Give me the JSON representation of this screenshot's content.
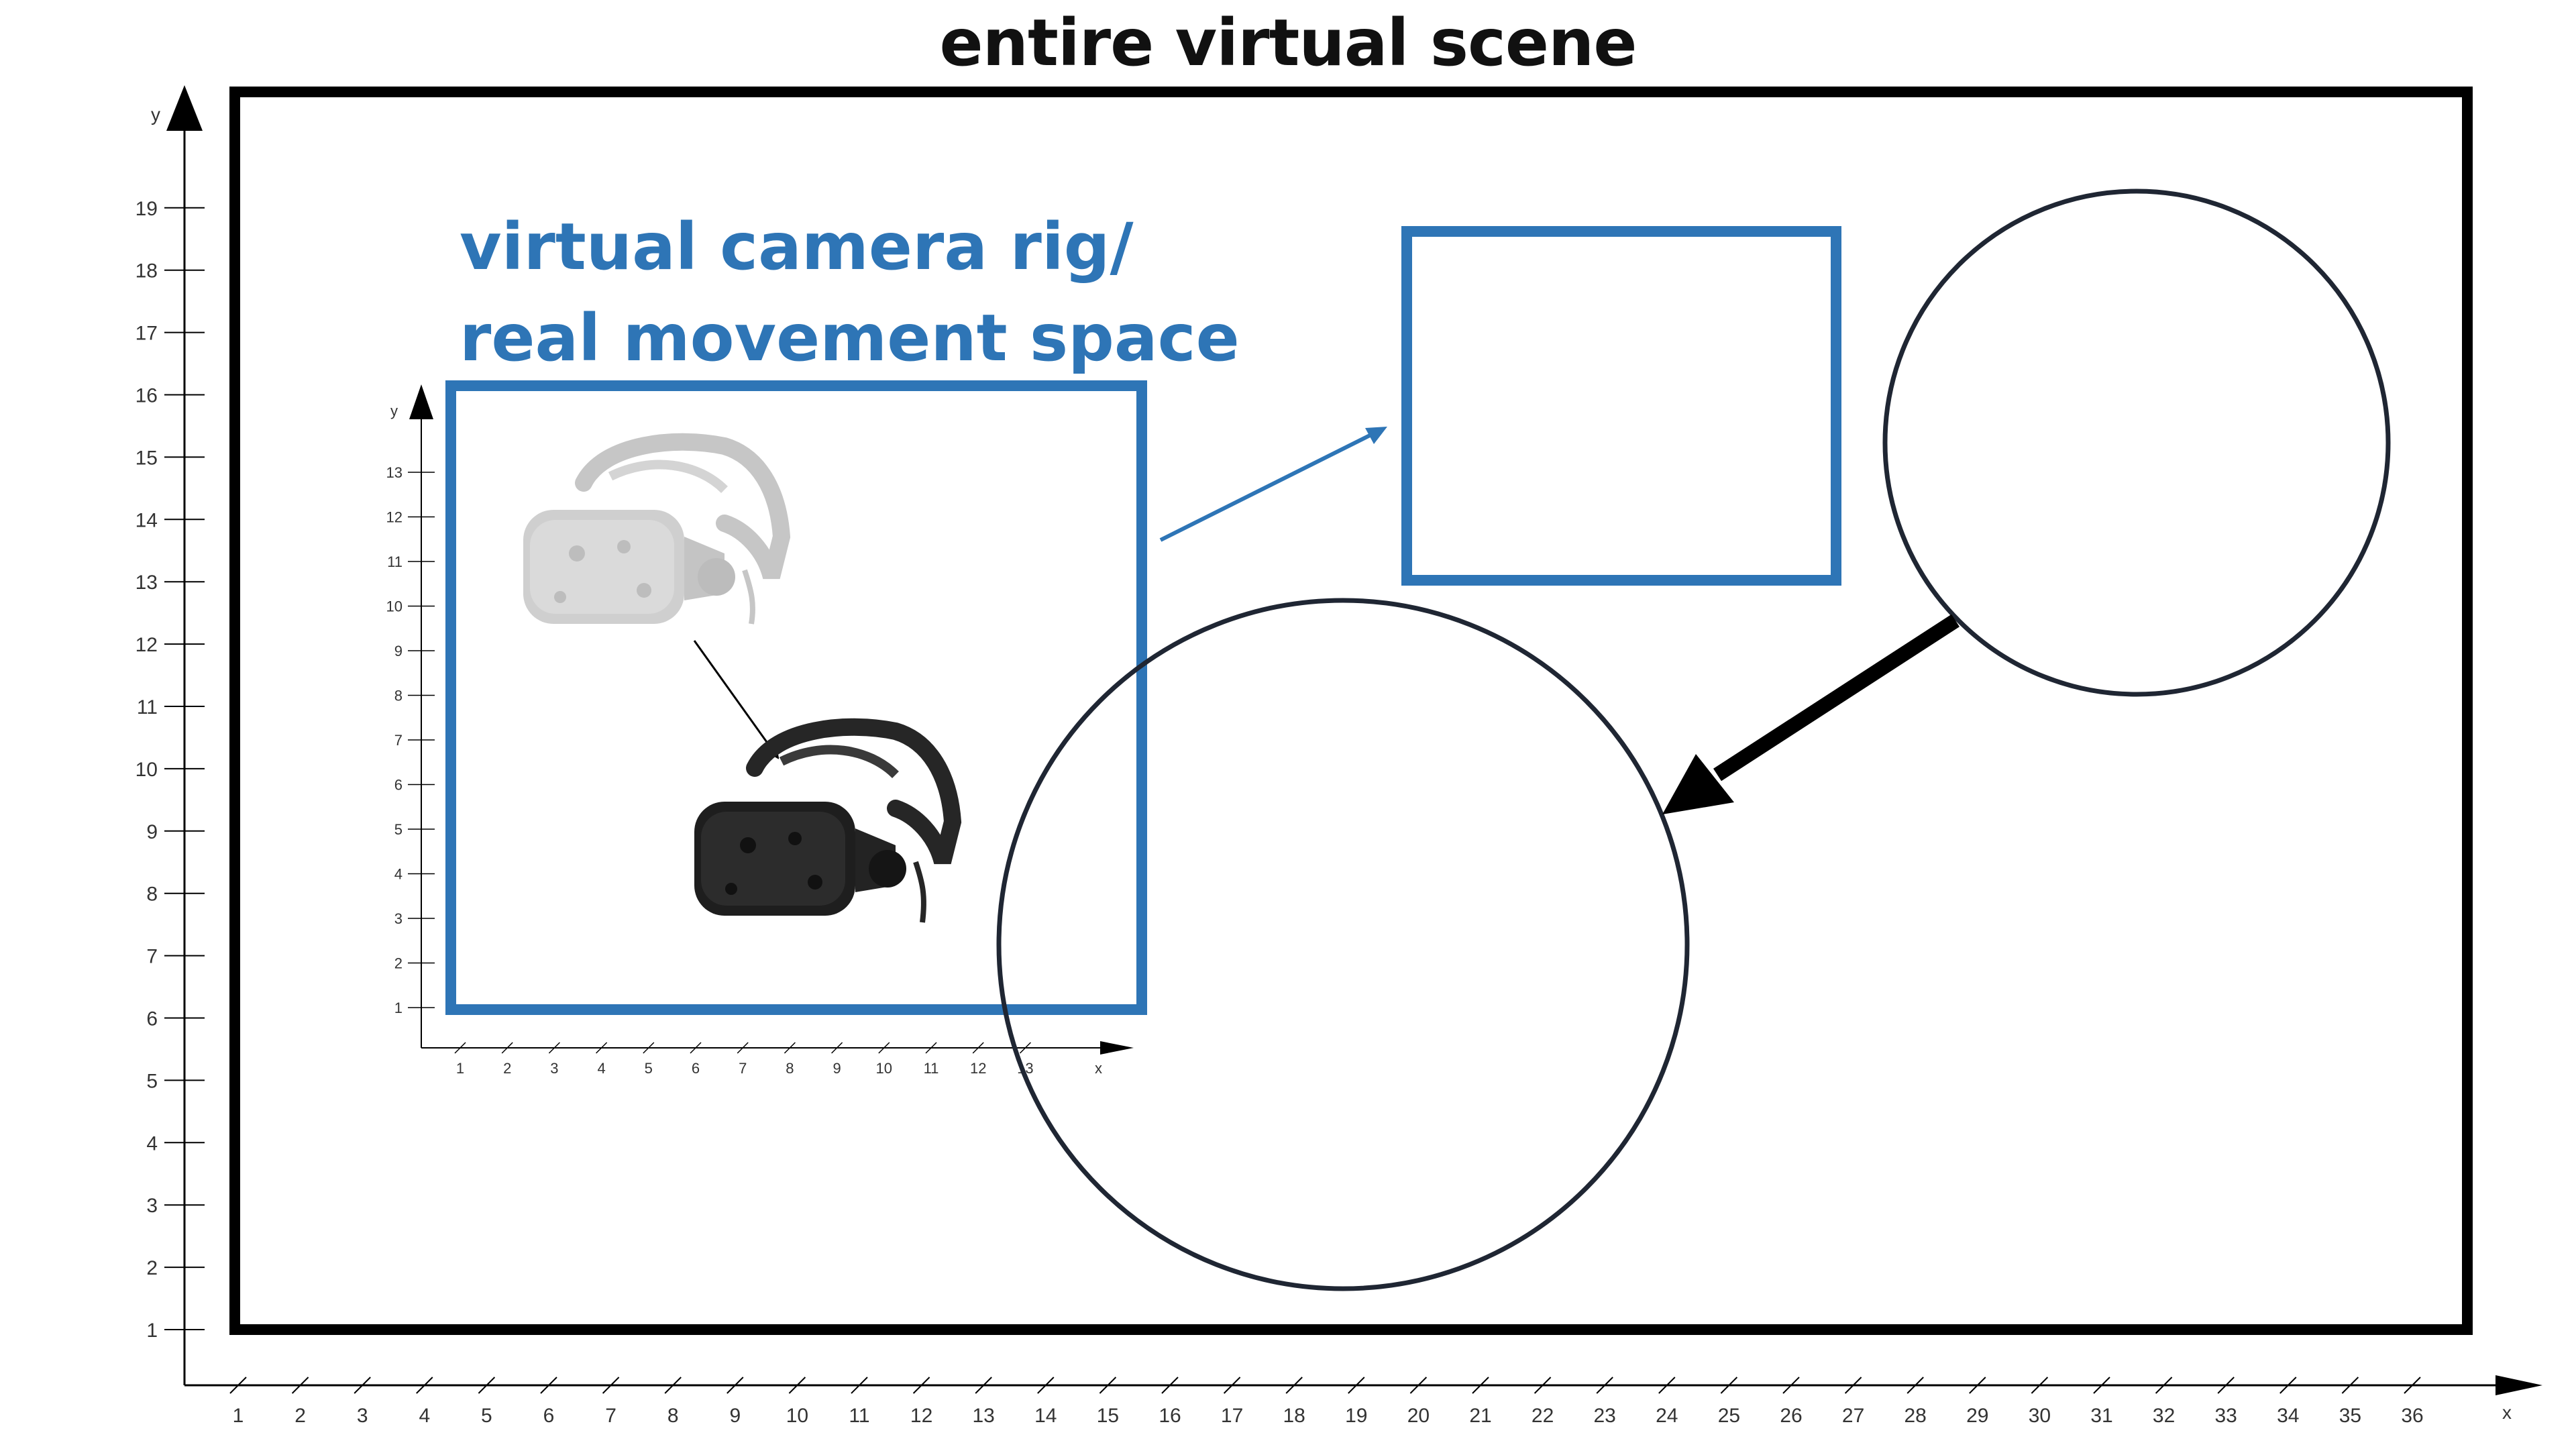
{
  "title": "entire virtual scene",
  "rig_label": {
    "line1": "virtual camera rig/",
    "line2": "real movement space"
  },
  "outer_axes": {
    "x_label": "x",
    "y_label": "y",
    "x_ticks": [
      "1",
      "2",
      "3",
      "4",
      "5",
      "6",
      "7",
      "8",
      "9",
      "10",
      "11",
      "12",
      "13",
      "14",
      "15",
      "16",
      "17",
      "18",
      "19",
      "20",
      "21",
      "22",
      "23",
      "24",
      "25",
      "26",
      "27",
      "28",
      "29",
      "30",
      "31",
      "32",
      "33",
      "34",
      "35",
      "36"
    ],
    "y_ticks": [
      "1",
      "2",
      "3",
      "4",
      "5",
      "6",
      "7",
      "8",
      "9",
      "10",
      "11",
      "12",
      "13",
      "14",
      "15",
      "16",
      "17",
      "18",
      "19"
    ]
  },
  "inner_axes": {
    "x_label": "x",
    "y_label": "y",
    "x_ticks": [
      "1",
      "2",
      "3",
      "4",
      "5",
      "6",
      "7",
      "8",
      "9",
      "10",
      "11",
      "12",
      "13"
    ],
    "y_ticks": [
      "1",
      "2",
      "3",
      "4",
      "5",
      "6",
      "7",
      "8",
      "9",
      "10",
      "11",
      "12",
      "13"
    ]
  },
  "colors": {
    "frame": "#000000",
    "rig_blue": "#2e75b6",
    "circle_stroke": "#1f2633",
    "headset_faded": "#c8c8c8",
    "headset_dark": "#222222"
  },
  "icons": {
    "headset_start": "vr-headset-icon",
    "headset_end": "vr-headset-icon"
  }
}
